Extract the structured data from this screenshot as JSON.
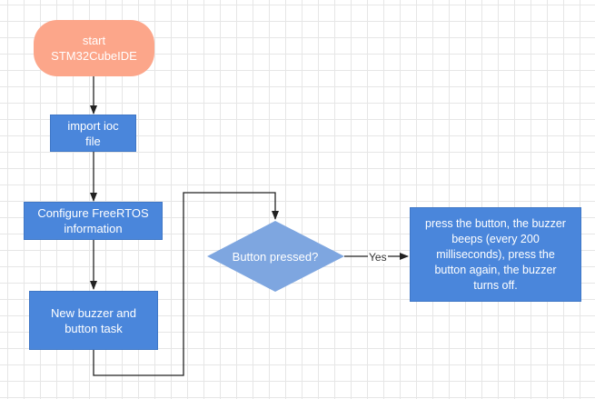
{
  "nodes": {
    "start": "start\nSTM32CubeIDE",
    "import": "import ioc\nfile",
    "configure": "Configure FreeRTOS\ninformation",
    "new_task": "New buzzer and\nbutton task",
    "decision": "Button pressed?",
    "result": "press the button, the buzzer\nbeeps (every 200\nmilliseconds), press the\nbutton again, the buzzer\nturns off."
  },
  "edges": {
    "yes_label": "Yes"
  },
  "colors": {
    "start_fill": "#fca68a",
    "process_fill": "#4a86db",
    "decision_fill": "#7ea6e0",
    "connector": "#222222"
  }
}
